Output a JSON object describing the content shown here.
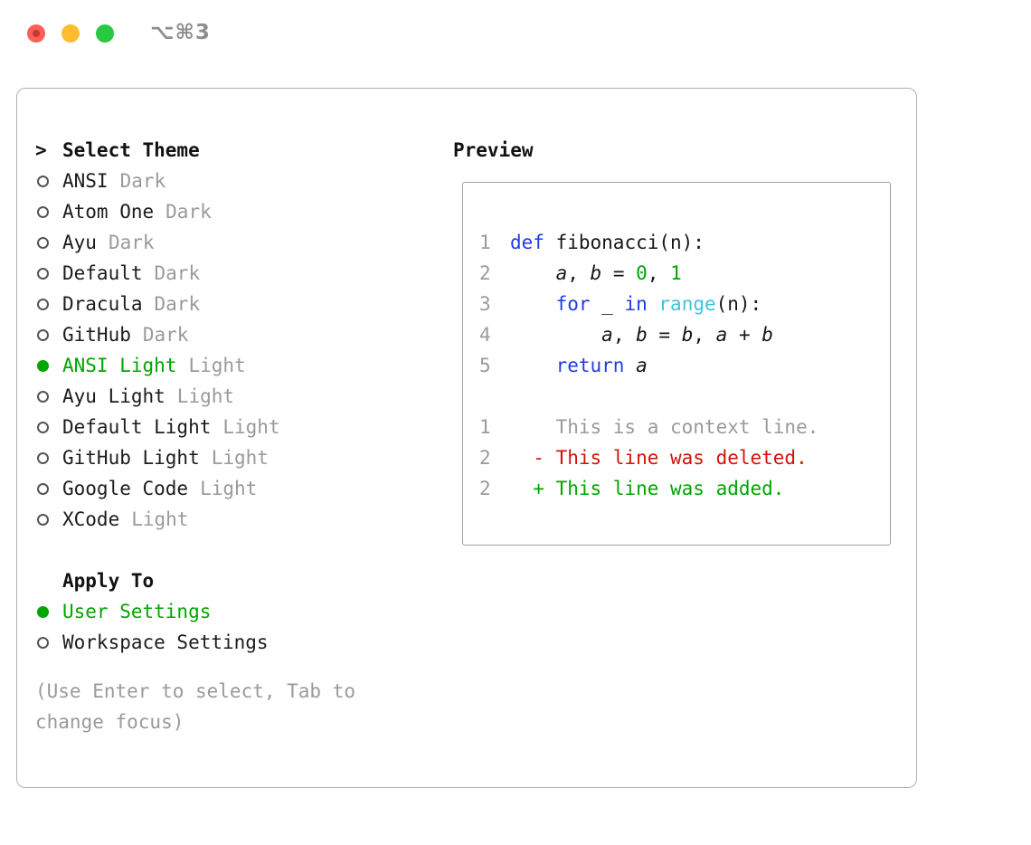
{
  "titlebar": {
    "shortcut": "⌥⌘3"
  },
  "colors": {
    "text": "#151515",
    "accent-green": "#00a600",
    "keyword-blue": "#1e3ce8",
    "function-cyan": "#3fc3e0",
    "deleted-red": "#d21404",
    "muted-gray": "#9a9a9a",
    "traffic-red": "#ff5f57",
    "traffic-yellow": "#febc2e",
    "traffic-green": "#28c840"
  },
  "theme_selector": {
    "prompt": ">",
    "title": "Select Theme",
    "items": [
      {
        "name": "ANSI",
        "variant": "Dark",
        "selected": false
      },
      {
        "name": "Atom One",
        "variant": "Dark",
        "selected": false
      },
      {
        "name": "Ayu",
        "variant": "Dark",
        "selected": false
      },
      {
        "name": "Default",
        "variant": "Dark",
        "selected": false
      },
      {
        "name": "Dracula",
        "variant": "Dark",
        "selected": false
      },
      {
        "name": "GitHub",
        "variant": "Dark",
        "selected": false
      },
      {
        "name": "ANSI Light",
        "variant": "Light",
        "selected": true
      },
      {
        "name": "Ayu Light",
        "variant": "Light",
        "selected": false
      },
      {
        "name": "Default Light",
        "variant": "Light",
        "selected": false
      },
      {
        "name": "GitHub Light",
        "variant": "Light",
        "selected": false
      },
      {
        "name": "Google Code",
        "variant": "Light",
        "selected": false
      },
      {
        "name": "XCode",
        "variant": "Light",
        "selected": false
      }
    ]
  },
  "apply_to": {
    "title": "Apply To",
    "options": [
      {
        "name": "User Settings",
        "variant": "",
        "selected": true
      },
      {
        "name": "Workspace Settings",
        "variant": "",
        "selected": false
      }
    ]
  },
  "hint": "(Use Enter to select, Tab to change focus)",
  "preview": {
    "title": "Preview",
    "code_lines": [
      {
        "num": "1",
        "tokens": [
          {
            "t": "def",
            "c": "kw"
          },
          {
            "t": " fibonacci(n):",
            "c": "fg"
          }
        ]
      },
      {
        "num": "2",
        "tokens": [
          {
            "t": "    ",
            "c": "fg"
          },
          {
            "t": "a",
            "c": "it"
          },
          {
            "t": ", ",
            "c": "fg"
          },
          {
            "t": "b",
            "c": "it"
          },
          {
            "t": " = ",
            "c": "fg"
          },
          {
            "t": "0",
            "c": "num"
          },
          {
            "t": ", ",
            "c": "fg"
          },
          {
            "t": "1",
            "c": "num"
          }
        ]
      },
      {
        "num": "3",
        "tokens": [
          {
            "t": "    ",
            "c": "fg"
          },
          {
            "t": "for",
            "c": "kw"
          },
          {
            "t": " _ ",
            "c": "fg"
          },
          {
            "t": "in",
            "c": "kw"
          },
          {
            "t": " ",
            "c": "fg"
          },
          {
            "t": "range",
            "c": "fn"
          },
          {
            "t": "(n):",
            "c": "fg"
          }
        ]
      },
      {
        "num": "4",
        "tokens": [
          {
            "t": "        ",
            "c": "fg"
          },
          {
            "t": "a",
            "c": "it"
          },
          {
            "t": ", ",
            "c": "fg"
          },
          {
            "t": "b",
            "c": "it"
          },
          {
            "t": " = ",
            "c": "fg"
          },
          {
            "t": "b",
            "c": "it"
          },
          {
            "t": ", ",
            "c": "fg"
          },
          {
            "t": "a",
            "c": "it"
          },
          {
            "t": " + ",
            "c": "fg"
          },
          {
            "t": "b",
            "c": "it"
          }
        ]
      },
      {
        "num": "5",
        "tokens": [
          {
            "t": "    ",
            "c": "fg"
          },
          {
            "t": "return",
            "c": "kw"
          },
          {
            "t": " ",
            "c": "fg"
          },
          {
            "t": "a",
            "c": "it"
          }
        ]
      }
    ],
    "diff_lines": [
      {
        "num": "1",
        "tokens": [
          {
            "t": "    This is a context line.",
            "c": "ctx"
          }
        ]
      },
      {
        "num": "2",
        "tokens": [
          {
            "t": "  - This line was deleted.",
            "c": "del"
          }
        ]
      },
      {
        "num": "2",
        "tokens": [
          {
            "t": "  + This line was added.",
            "c": "add"
          }
        ]
      }
    ]
  }
}
